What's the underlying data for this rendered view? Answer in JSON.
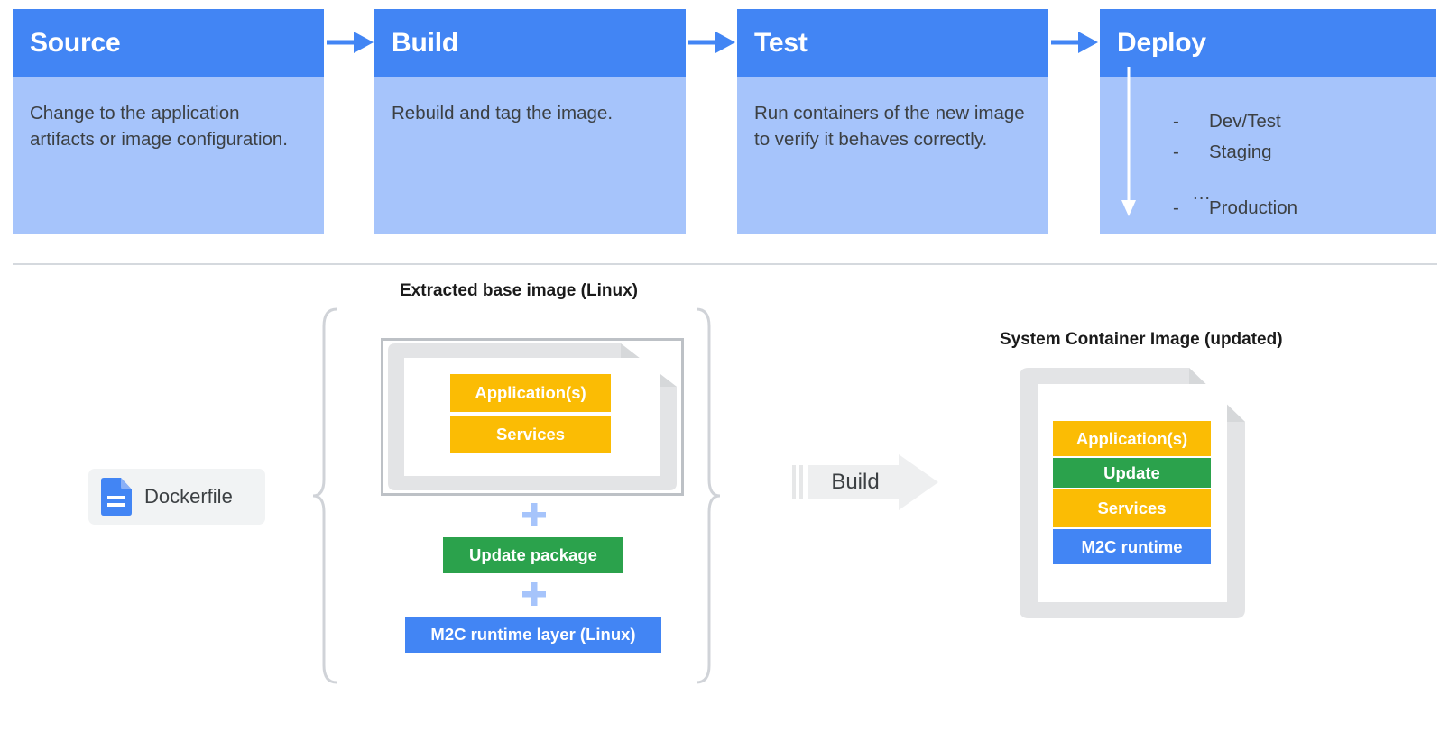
{
  "pipeline": {
    "stages": [
      {
        "title": "Source",
        "desc": "Change to the application artifacts or image configuration."
      },
      {
        "title": "Build",
        "desc": "Rebuild and tag the image."
      },
      {
        "title": "Test",
        "desc": "Run containers of the new image to verify it behaves correctly."
      },
      {
        "title": "Deploy",
        "desc": ""
      }
    ],
    "deploy_items": [
      {
        "dash": "-",
        "label": "Dev/Test"
      },
      {
        "dash": "-",
        "label": "Staging"
      },
      {
        "dash": "-",
        "label": "Production"
      }
    ],
    "deploy_ellipsis": "...",
    "arrow_icon": "arrow-right-icon",
    "deploy_flow_icon": "arrow-down-icon"
  },
  "diagram": {
    "base_caption": "Extracted base image (Linux)",
    "output_caption": "System Container Image (updated)",
    "dockerfile": {
      "label": "Dockerfile",
      "icon": "document-icon"
    },
    "base_layers": [
      {
        "label": "Application(s)",
        "color": "#fbbc04"
      },
      {
        "label": "Services",
        "color": "#fbbc04"
      }
    ],
    "added_layers": [
      {
        "label": "Update package",
        "color": "#2ba24c"
      },
      {
        "label": "M2C runtime layer (Linux)",
        "color": "#4285f4"
      }
    ],
    "plus_icon": "plus-icon",
    "build_arrow": {
      "label": "Build",
      "icon": "arrow-right-icon"
    },
    "output_layers": [
      {
        "label": "Application(s)",
        "color": "#fbbc04"
      },
      {
        "label": "Update",
        "color": "#2ba24c"
      },
      {
        "label": "Services",
        "color": "#fbbc04"
      },
      {
        "label": "M2C runtime",
        "color": "#4285f4"
      }
    ],
    "brace_icon": "curly-brace-icon"
  },
  "colors": {
    "header_blue": "#4285f4",
    "body_blue": "#a6c4fb",
    "yellow": "#fbbc04",
    "green": "#2ba24c",
    "blue": "#4285f4",
    "gray_doc": "#e3e4e6",
    "divider": "#d5d9de"
  }
}
